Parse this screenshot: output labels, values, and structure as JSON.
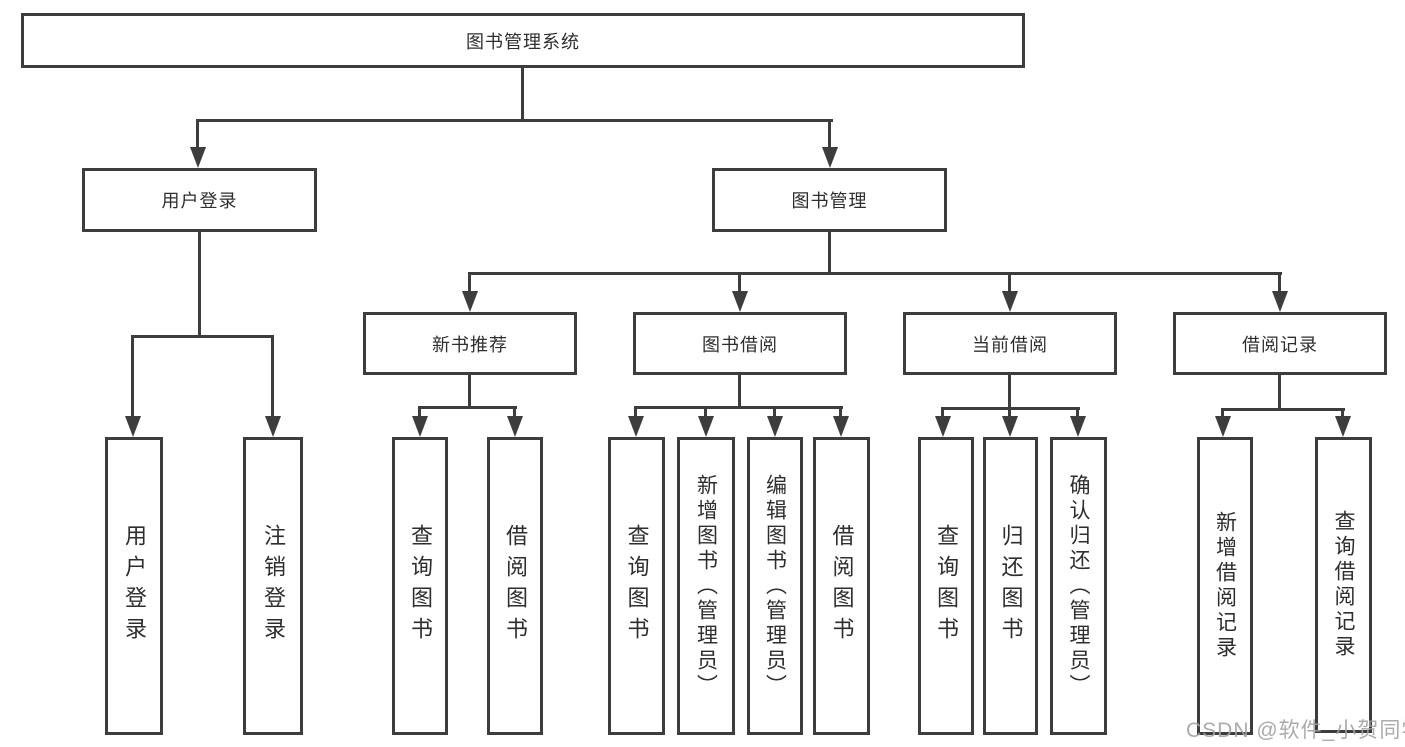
{
  "diagram": {
    "root": {
      "label": "图书管理系统"
    },
    "branches": [
      {
        "label": "用户登录",
        "children": [
          {
            "label": "用户登录"
          },
          {
            "label": "注销登录"
          }
        ]
      },
      {
        "label": "图书管理",
        "children": [
          {
            "label": "新书推荐",
            "children": [
              {
                "label": "查询图书"
              },
              {
                "label": "借阅图书"
              }
            ]
          },
          {
            "label": "图书借阅",
            "children": [
              {
                "label": "查询图书"
              },
              {
                "label": "新增图书（管理员）"
              },
              {
                "label": "编辑图书（管理员）"
              },
              {
                "label": "借阅图书"
              }
            ]
          },
          {
            "label": "当前借阅",
            "children": [
              {
                "label": "查询图书"
              },
              {
                "label": "归还图书"
              },
              {
                "label": "确认归还（管理员）"
              }
            ]
          },
          {
            "label": "借阅记录",
            "children": [
              {
                "label": "新增借阅记录"
              },
              {
                "label": "查询借阅记录"
              }
            ]
          }
        ]
      }
    ]
  },
  "watermark": {
    "text": "CSDN @软件_小贺同学"
  },
  "colors": {
    "line": "#3d3d3d",
    "box_background": "#ffffff",
    "text": "#2e2e2e",
    "watermark": "#a2a2a2"
  }
}
